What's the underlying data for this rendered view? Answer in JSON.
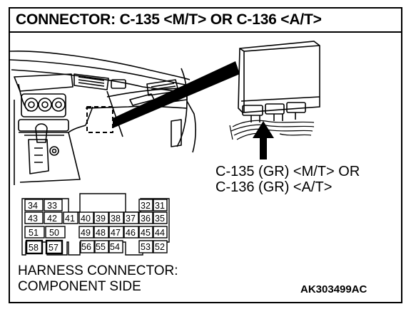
{
  "title": "CONNECTOR: C-135 <M/T> OR C-136 <A/T>",
  "callout": {
    "line1": "C-135 (GR) <M/T> OR",
    "line2": "C-136 (GR) <A/T>"
  },
  "caption": {
    "line1": "HARNESS CONNECTOR:",
    "line2": "COMPONENT SIDE"
  },
  "figure_id": "AK303499AC",
  "pins": {
    "row1": [
      "34",
      "33",
      "32",
      "31"
    ],
    "row2": [
      "43",
      "42",
      "41",
      "40",
      "39",
      "38",
      "37",
      "36",
      "35"
    ],
    "row3": [
      "51",
      "50",
      "49",
      "48",
      "47",
      "46",
      "45",
      "44"
    ],
    "row4": [
      "58",
      "57",
      "56",
      "55",
      "54",
      "53",
      "52"
    ]
  },
  "colors": {
    "line": "#000000",
    "background": "#ffffff"
  }
}
